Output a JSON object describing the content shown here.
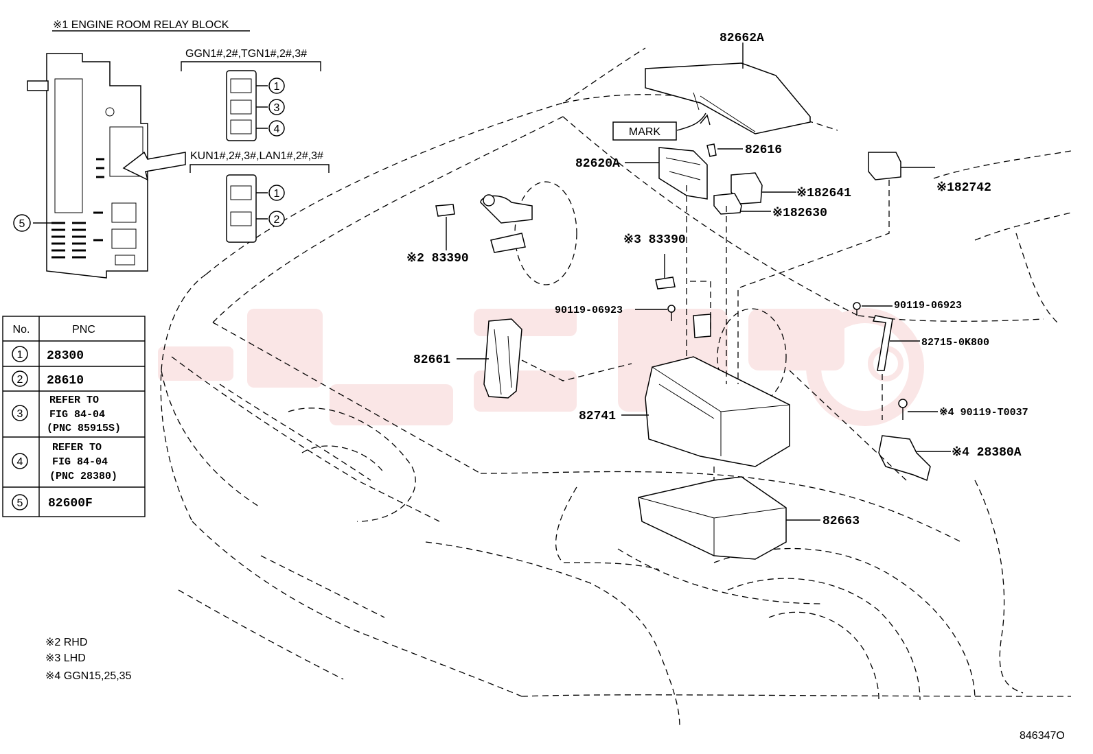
{
  "relay_block": {
    "title": "※1 ENGINE ROOM RELAY BLOCK",
    "group_a_label": "GGN1#,2#,TGN1#,2#,3#",
    "group_a_circles": [
      "1",
      "3",
      "4"
    ],
    "group_b_label": "KUN1#,2#,3#,LAN1#,2#,3#",
    "group_b_circles": [
      "1",
      "2"
    ],
    "block_circle": "5"
  },
  "pnc_table": {
    "headers": [
      "No.",
      "PNC"
    ],
    "rows": [
      {
        "no": "1",
        "lines": [
          "28300"
        ]
      },
      {
        "no": "2",
        "lines": [
          "28610"
        ]
      },
      {
        "no": "3",
        "lines": [
          "REFER TO",
          "FIG 84-04",
          "(PNC 85915S)"
        ]
      },
      {
        "no": "4",
        "lines": [
          "REFER TO",
          "FIG 84-04",
          "(PNC 28380)"
        ]
      },
      {
        "no": "5",
        "lines": [
          "82600F"
        ]
      }
    ]
  },
  "callouts": {
    "c82662A": "82662A",
    "mark": "MARK",
    "c82616": "82616",
    "c82620A": "82620A",
    "c82641": "※182641",
    "c82630": "※182630",
    "c82742": "※182742",
    "c83390_rhd": "※2 83390",
    "c83390_lhd": "※3 83390",
    "c90119_left": "90119-06923",
    "c90119_right": "90119-06923",
    "c82715": "82715-0K800",
    "c82661": "82661",
    "c82741": "82741",
    "c90119_t": "※4 90119-T0037",
    "c28380A": "※4 28380A",
    "c82663": "82663"
  },
  "notes": [
    "※2  RHD",
    "※3  LHD",
    "※4  GGN15,25,35"
  ],
  "figure_id": "846347O",
  "colors": {
    "line": "#000000",
    "watermark": "#f2b8b8",
    "background": "#ffffff"
  }
}
